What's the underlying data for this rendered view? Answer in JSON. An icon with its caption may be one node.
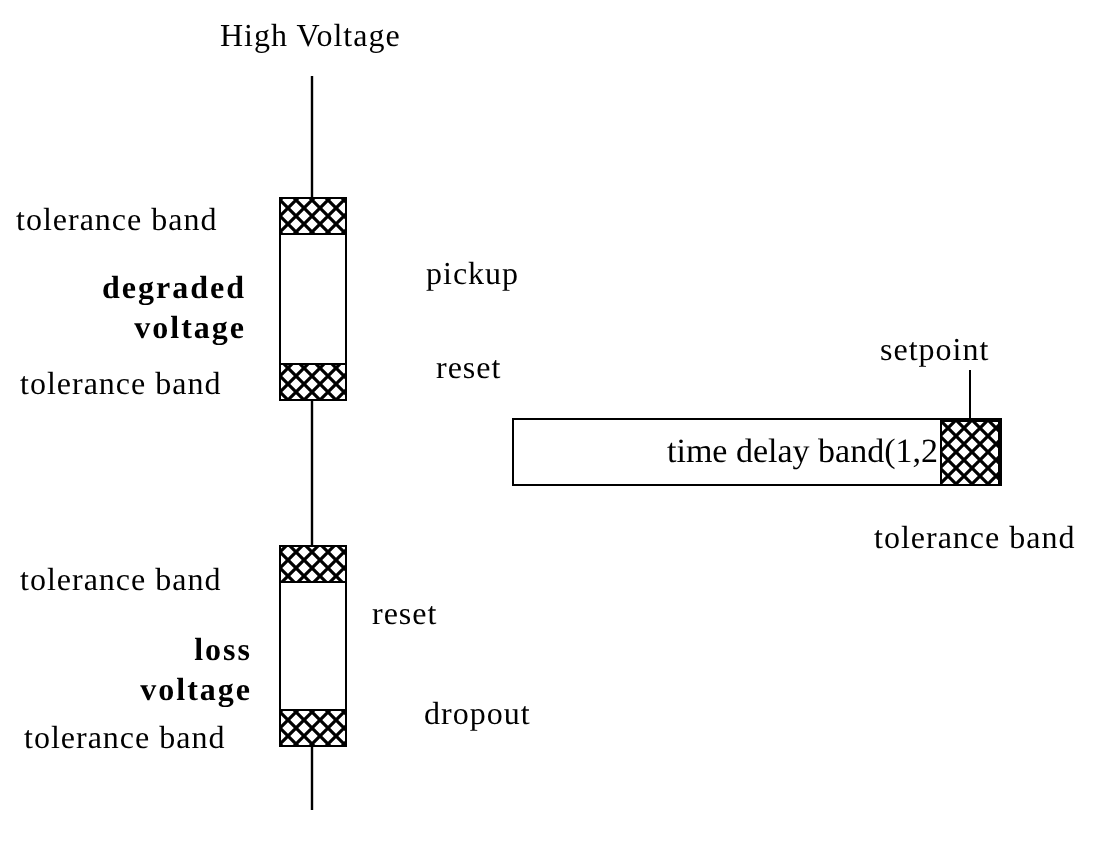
{
  "diagram": {
    "nodes": [
      {
        "text": [
          "setpoint"
        ]
      },
      {
        "text": [
          "time delay band(1,2"
        ]
      },
      {
        "text": [],
        "shape": "box",
        "in": 1
      }
    ],
    "edges": [
      {
        "from": 0,
        "to": 2,
        "arrow": "none"
      }
    ],
    "labels": [
      "High Voltage",
      "tolerance band",
      "pickup",
      "degraded voltage",
      "reset",
      "tolerance band",
      "tolerance band",
      "tolerance band",
      "reset",
      "loss voltage",
      "dropout",
      "tolerance band"
    ]
  }
}
